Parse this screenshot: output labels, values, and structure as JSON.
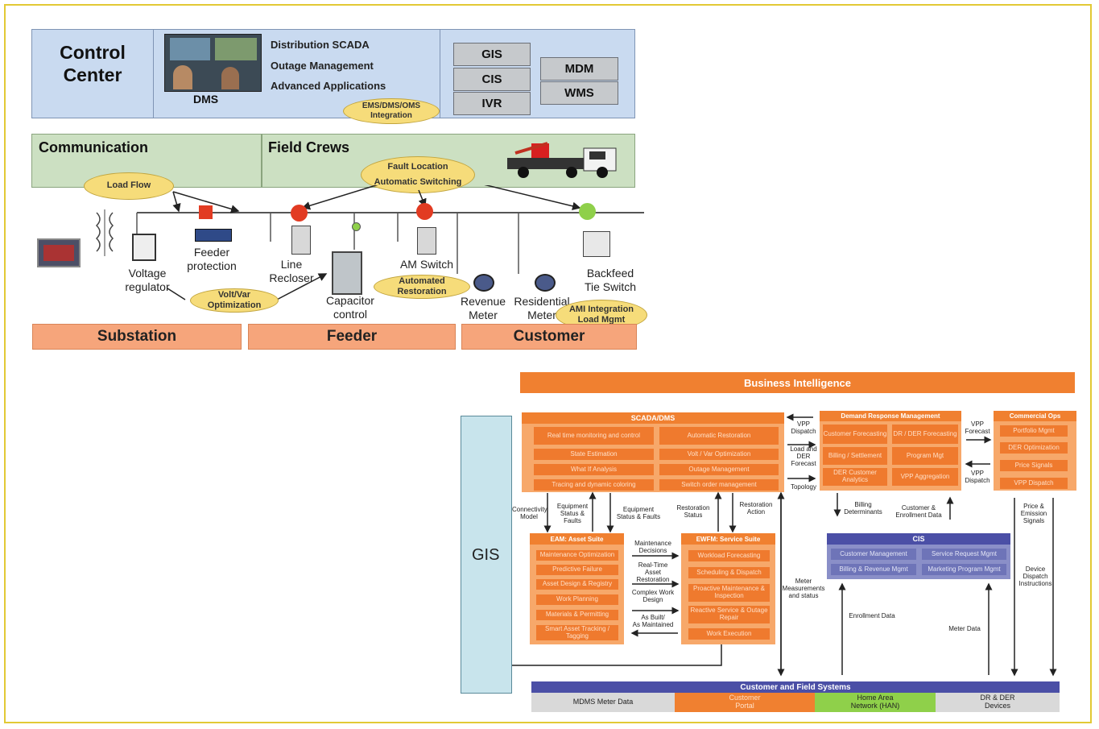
{
  "top": {
    "control_center": "Control\nCenter",
    "dms": "DMS",
    "dms_functions": [
      "Distribution SCADA",
      "Outage Management",
      "Advanced Applications"
    ],
    "ems_oval": "EMS/DMS/OMS\nIntegration",
    "systems_left": [
      "GIS",
      "CIS",
      "IVR"
    ],
    "systems_right": [
      "MDM",
      "WMS"
    ],
    "communication": "Communication",
    "field_crews": "Field Crews",
    "fault_oval": "Fault Location\nAutomatic Switching",
    "load_flow_oval": "Load Flow",
    "voltvar_oval": "Volt/Var\nOptimization",
    "auto_restore_oval": "Automated\nRestoration",
    "ami_oval": "AMI Integration\nLoad Mgmt",
    "devices": {
      "voltage_regulator": "Voltage\nregulator",
      "feeder_protection": "Feeder\nprotection",
      "line_recloser": "Line\nRecloser",
      "capacitor_control": "Capacitor\ncontrol",
      "am_switch": "AM Switch",
      "revenue_meter": "Revenue\nMeter",
      "residential_meter": "Residential\nMeter",
      "backfeed_tie_switch": "Backfeed\nTie Switch"
    },
    "sections": [
      "Substation",
      "Feeder",
      "Customer"
    ],
    "colors": {
      "breaker_red": "#e23b22",
      "breaker_green": "#8fd04a",
      "oval": "#f6dc7a"
    }
  },
  "bottom": {
    "business_intelligence": "Business Intelligence",
    "gis": "GIS",
    "scada_dms": {
      "title": "SCADA/DMS",
      "left": [
        "Real time monitoring and control",
        "State Estimation",
        "What If Analysis",
        "Tracing and dynamic coloring"
      ],
      "right": [
        "Automatic Restoration",
        "Volt / Var Optimization",
        "Outage Management",
        "Switch order management"
      ]
    },
    "drm": {
      "title": "Demand Response Management",
      "left": [
        "Customer Forecasting",
        "Billing / Settlement",
        "DER Customer Analytics"
      ],
      "right": [
        "DR / DER Forecasting",
        "Program Mgt",
        "VPP Aggregation"
      ]
    },
    "commercial": {
      "title": "Commercial Ops",
      "items": [
        "Portfolio Mgmt",
        "DER Optimization",
        "Price Signals",
        "VPP Dispatch"
      ]
    },
    "eam": {
      "title": "EAM: Asset Suite",
      "items": [
        "Maintenance Optimization",
        "Predictive Failure",
        "Asset Design & Registry",
        "Work Planning",
        "Materials & Permitting",
        "Smart Asset Tracking / Tagging"
      ]
    },
    "ewfm": {
      "title": "EWFM: Service Suite",
      "items": [
        "Workload Forecasting",
        "Scheduling & Dispatch",
        "Proactive Maintenance & Inspection",
        "Reactive Service & Outage Repair",
        "Work Execution"
      ]
    },
    "cis": {
      "title": "CIS",
      "items": [
        "Customer Management",
        "Service Request Mgmt",
        "Billing & Revenue Mgmt",
        "Marketing Program Mgmt"
      ]
    },
    "flows": {
      "vpp_dispatch": "VPP\nDispatch",
      "load_der_forecast": "Load and\nDER\nForecast",
      "topology": "Topology",
      "vpp_forecast": "VPP\nForecast",
      "vpp_dispatch2": "VPP\nDispatch",
      "connectivity_model": "Connectivity\nModel",
      "equipment_status_faults_1": "Equipment\nStatus &\nFaults",
      "equipment_status_faults_2": "Equipment\nStatus & Faults",
      "restoration_status": "Restoration\nStatus",
      "restoration_action": "Restoration\nAction",
      "billing_determinants": "Billing\nDeterminants",
      "customer_enrollment": "Customer &\nEnrollment Data",
      "price_emission": "Price &\nEmission\nSignals",
      "device_dispatch": "Device\nDispatch\nInstructions",
      "maintenance_decisions": "Maintenance\nDecisions",
      "real_time_asset": "Real-Time\nAsset\nRestoration",
      "complex_work_design": "Complex Work\nDesign",
      "as_built": "As Built/\nAs Maintained",
      "meter_measurements": "Meter\nMeasurements\nand status",
      "enrollment_data": "Enrollment Data",
      "meter_data": "Meter Data"
    },
    "customer_field_systems": "Customer and Field Systems",
    "bottom_cells": [
      "MDMS Meter Data",
      "Customer\nPortal",
      "Home Area\nNetwork (HAN)",
      "DR & DER\nDevices"
    ],
    "colors": {
      "orange": "#f08030",
      "light_orange": "#f7a86a",
      "purple": "#4b4fa6",
      "cis": "#8a8fc8",
      "green": "#8fd04a",
      "gis": "#c8e4ec"
    }
  }
}
